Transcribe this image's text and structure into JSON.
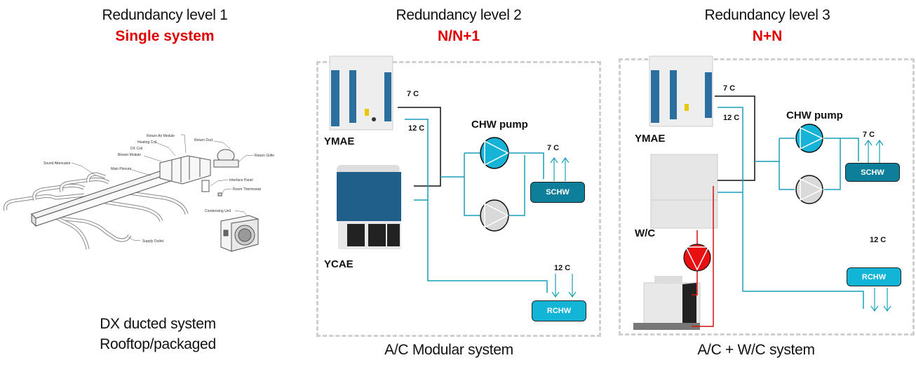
{
  "levels": [
    {
      "title": "Redundancy level 1",
      "subtitle": "Single system",
      "caption_lines": [
        "DX ducted system",
        "Rooftop/packaged"
      ],
      "diagram_labels": [
        "Return Air Module",
        "Heating Coil",
        "DX Coil",
        "Blower Module",
        "Return Duct",
        "Return Grille",
        "Sound Attenuator",
        "Main Plenum",
        "Interface Panel",
        "Room Thermostat",
        "Condensing Unit",
        "Supply Outlet"
      ]
    },
    {
      "title": "Redundancy level 2",
      "subtitle": "N/N+1",
      "caption": "A/C Modular system",
      "units": [
        "YMAE",
        "YCAE"
      ],
      "supply_temp": "7 C",
      "return_temp": "12 C",
      "pump_label": "CHW pump",
      "schw_temp": "7 C",
      "rchw_temp": "12 C",
      "schw_label": "SCHW",
      "rchw_label": "RCHW"
    },
    {
      "title": "Redundancy level 3",
      "subtitle": "N+N",
      "caption": "A/C + W/C system",
      "units": [
        "YMAE",
        "W/C"
      ],
      "supply_temp": "7 C",
      "return_temp": "12 C",
      "pump_label": "CHW pump",
      "schw_temp": "7 C",
      "rchw_temp": "12 C",
      "schw_label": "SCHW",
      "rchw_label": "RCHW"
    }
  ],
  "colors": {
    "subtitle": "#e00000",
    "pipe": "#1a9fb8",
    "supply_pipe": "#111111",
    "condenser_pipe": "#d01010",
    "pump_active": "#15b3d8",
    "pump_standby": "#d9d9d9",
    "pump_condenser": "#e81010",
    "schw": "#0e7f9a",
    "rchw": "#12b5d6"
  }
}
